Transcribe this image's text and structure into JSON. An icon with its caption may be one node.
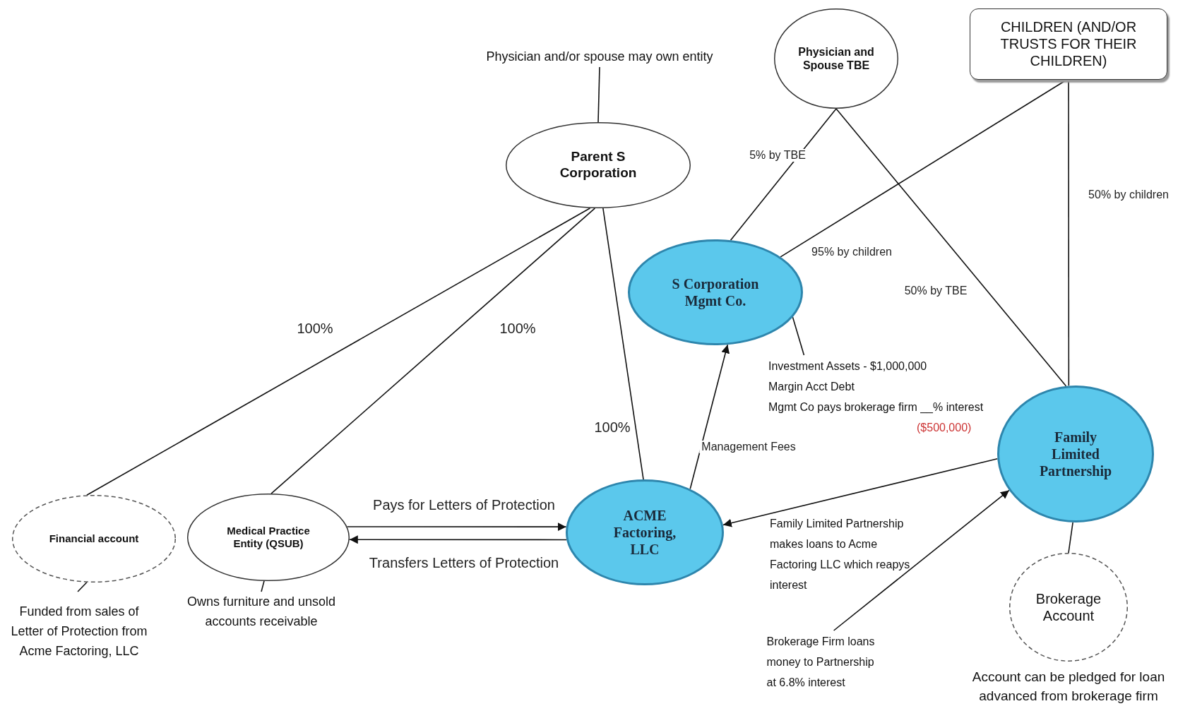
{
  "diagram": {
    "nodes": [
      {
        "text": [
          "Physician and/or spouse may own entity"
        ]
      },
      {
        "text": [
          "Physician and Spouse TBE"
        ]
      },
      {
        "text": [
          "CHILDREN (AND/OR TRUSTS FOR THEIR CHILDREN)"
        ]
      },
      {
        "text": [
          "Parent S Corporation"
        ]
      },
      {
        "text": [
          "S Corporation Mgmt Co."
        ]
      },
      {
        "text": [
          "Investment Assets - $1,000,000",
          "Margin Acct Debt",
          "Mgmt Co pays brokerage firm __% interest",
          "($500,000)"
        ]
      },
      {
        "text": [
          "Family Limited Partnership"
        ]
      },
      {
        "text": [
          "Financial account"
        ]
      },
      {
        "text": [
          "Medical Practice Entity (QSUB)"
        ]
      },
      {
        "text": [
          "ACME Factoring, LLC"
        ]
      },
      {
        "text": [
          "Brokerage Account"
        ],
        "beside": [
          "Account can be pledged for loan advanced from brokerage firm"
        ]
      },
      {
        "text": [
          "Funded from sales of Letter of Protection from Acme Factoring, LLC"
        ]
      },
      {
        "text": [
          "Owns furniture and unsold accounts receivable"
        ]
      },
      {
        "text": [
          "Brokerage Firm loans money to Partnership at 6.8% interest"
        ]
      }
    ],
    "edges": [
      {
        "from": 0,
        "to": 3,
        "arrow": "none"
      },
      {
        "from": 3,
        "to": 7,
        "arrow": "none",
        "label": "100%"
      },
      {
        "from": 3,
        "to": 8,
        "arrow": "none",
        "label": "100%"
      },
      {
        "from": 3,
        "to": 9,
        "arrow": "none",
        "label": "100%"
      },
      {
        "from": 1,
        "to": 4,
        "arrow": "none",
        "label": "5% by TBE"
      },
      {
        "from": 2,
        "to": 4,
        "arrow": "none",
        "label": "95% by children"
      },
      {
        "from": 1,
        "to": 6,
        "arrow": "none",
        "label": "50% by TBE"
      },
      {
        "from": 2,
        "to": 6,
        "arrow": "none",
        "label": "50% by children"
      },
      {
        "from": 4,
        "to": 5,
        "arrow": "none"
      },
      {
        "from": 8,
        "to": 9,
        "arrow": "to",
        "label": "Pays for Letters of Protection"
      },
      {
        "from": 9,
        "to": 8,
        "arrow": "to",
        "label": "Transfers Letters of Protection"
      },
      {
        "from": 9,
        "to": 4,
        "arrow": "to",
        "label": "Management Fees"
      },
      {
        "from": 6,
        "to": 9,
        "arrow": "to"
      },
      {
        "from": 13,
        "to": 6,
        "arrow": "to"
      },
      {
        "from": 6,
        "to": 10,
        "arrow": "none"
      },
      {
        "from": 7,
        "to": 11,
        "arrow": "none"
      },
      {
        "from": 8,
        "to": 12,
        "arrow": "none"
      }
    ],
    "labels": [
      "Family Limited Partnership makes loans to Acme Factoring LLC which reapys interest"
    ]
  }
}
